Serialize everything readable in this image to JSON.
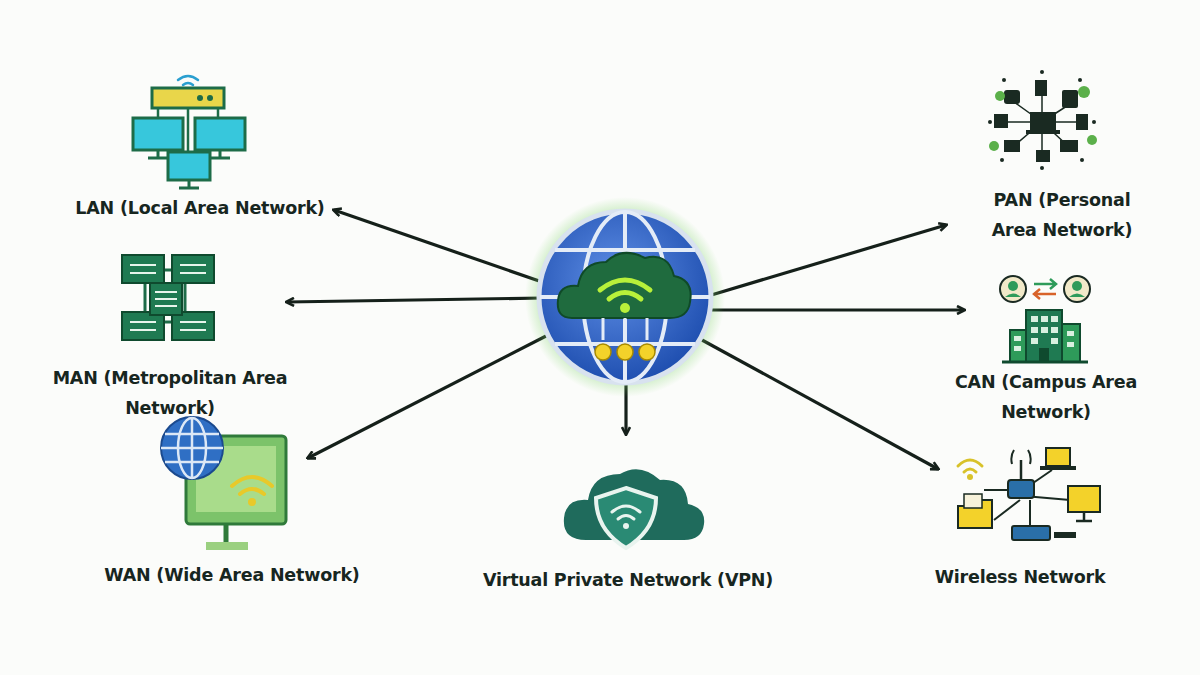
{
  "diagram": {
    "labels": [
      "LAN (Local Area Network)",
      "MAN (Metropolitan Area Network)",
      "WAN (Wide Area Network)",
      "Virtual Private Network (VPN)",
      "PAN (Personal Area Network)",
      "CAN (Campus Area Network)",
      "Wireless Network"
    ]
  }
}
